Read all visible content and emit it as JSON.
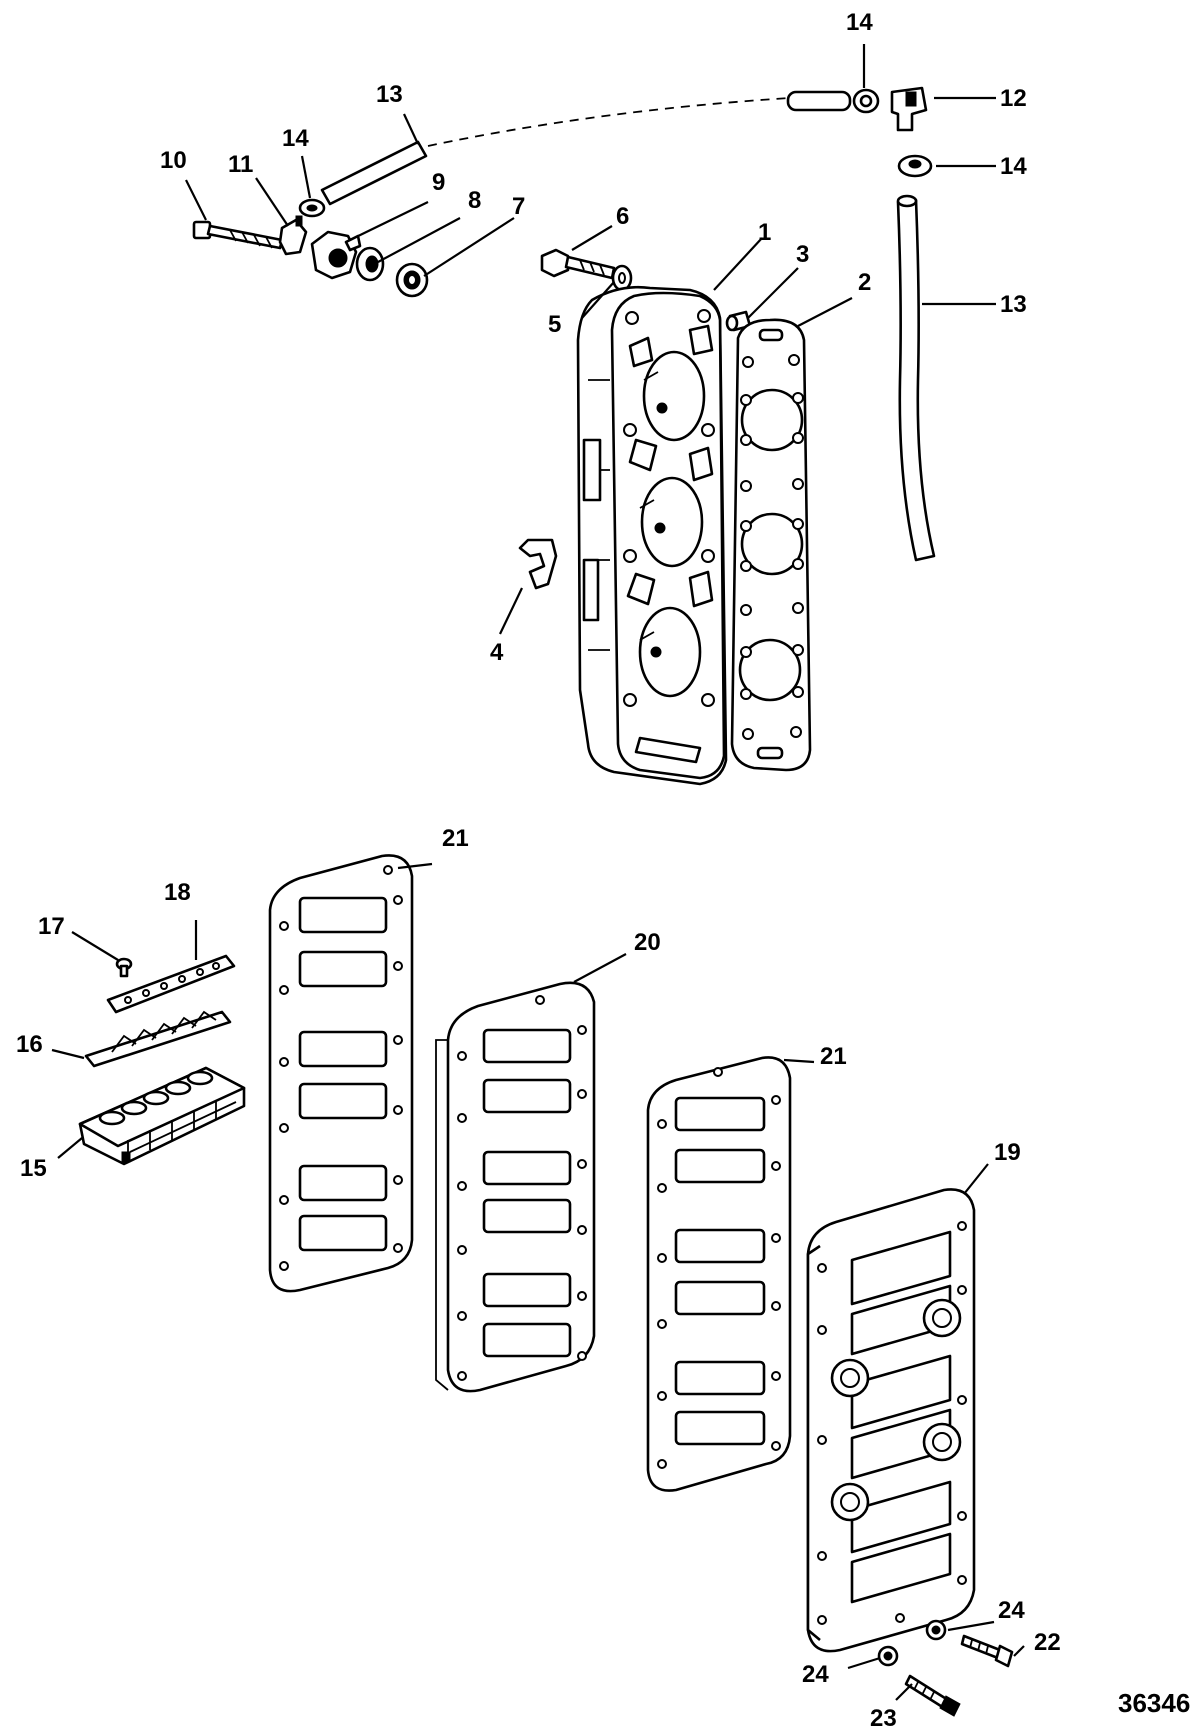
{
  "figure_number": "36346",
  "callouts": {
    "c1": "1",
    "c2": "2",
    "c3": "3",
    "c4": "4",
    "c5": "5",
    "c6": "6",
    "c7": "7",
    "c8": "8",
    "c9": "9",
    "c10": "10",
    "c11": "11",
    "c12": "12",
    "c13a": "13",
    "c13b": "13",
    "c14a": "14",
    "c14b": "14",
    "c14c": "14",
    "c15": "15",
    "c16": "16",
    "c17": "17",
    "c18": "18",
    "c19": "19",
    "c20": "20",
    "c21a": "21",
    "c21b": "21",
    "c22": "22",
    "c23": "23",
    "c24a": "24",
    "c24b": "24"
  }
}
